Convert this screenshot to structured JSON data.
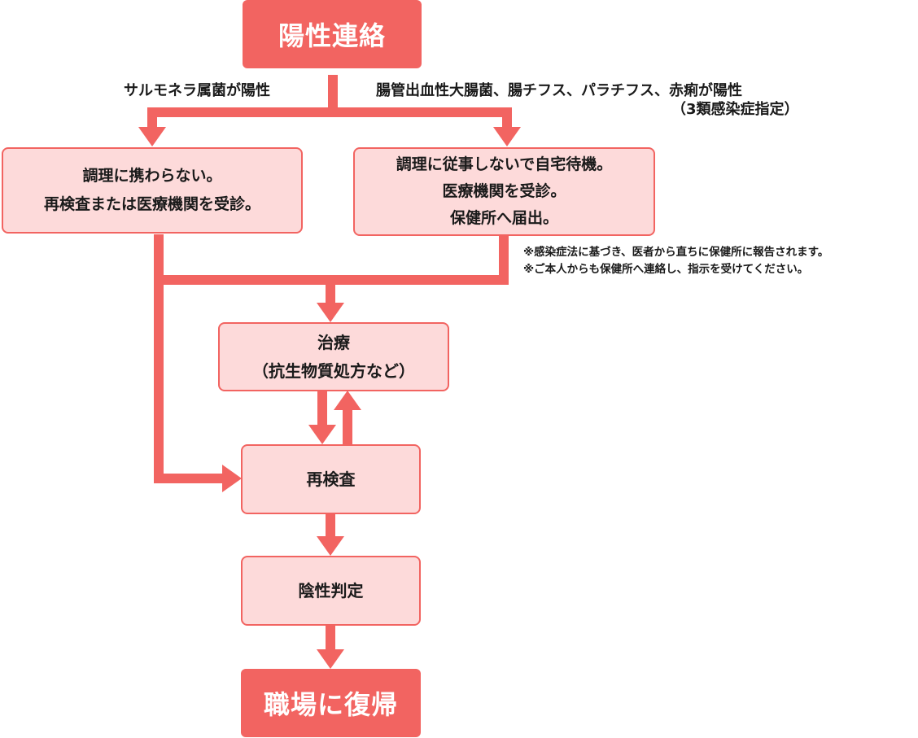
{
  "start": {
    "label": "陽性連絡"
  },
  "branches": {
    "left_label": "サルモネラ属菌が陽性",
    "right_label_line1": "腸管出血性大腸菌、腸チフス、パラチフス、赤痢が陽性",
    "right_label_line2": "（3類感染症指定）"
  },
  "left_box": {
    "lines": [
      "調理に携わらない。",
      "再検査または医療機関を受診。"
    ]
  },
  "right_box": {
    "lines": [
      "調理に従事しないで自宅待機。",
      "医療機関を受診。",
      "保健所へ届出。"
    ]
  },
  "notes": {
    "line1": "※感染症法に基づき、医者から直ちに保健所に報告されます。",
    "line2": "※ご本人からも保健所へ連絡し、指示を受けてください。"
  },
  "treatment": {
    "line1": "治療",
    "line2": "（抗生物質処方など）"
  },
  "retest": {
    "label": "再検査"
  },
  "negative": {
    "label": "陰性判定"
  },
  "end": {
    "label": "職場に復帰"
  },
  "colors": {
    "accent": "#f26461",
    "box_fill": "#fddada",
    "text": "#1a1a1a"
  }
}
